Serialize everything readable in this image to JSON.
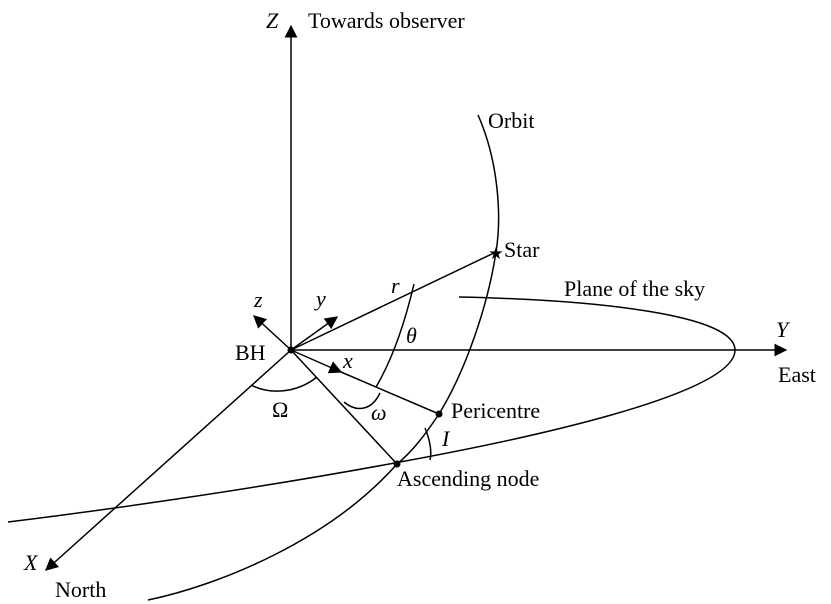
{
  "axes": {
    "Z": {
      "letter": "Z",
      "caption": "Towards observer"
    },
    "Y": {
      "letter": "Y",
      "caption": "East"
    },
    "X": {
      "letter": "X",
      "caption": "North"
    }
  },
  "orbit_frame": {
    "z": "z",
    "y": "y",
    "x": "x"
  },
  "labels": {
    "bh": "BH",
    "orbit": "Orbit",
    "star": "Star",
    "sky_plane": "Plane of the sky",
    "pericentre": "Pericentre",
    "ascending_node": "Ascending node",
    "r": "r",
    "theta": "θ",
    "omega_lower": "ω",
    "omega_upper": "Ω",
    "inclination": "I"
  },
  "colors": {
    "ink": "#000000",
    "background": "#ffffff"
  }
}
